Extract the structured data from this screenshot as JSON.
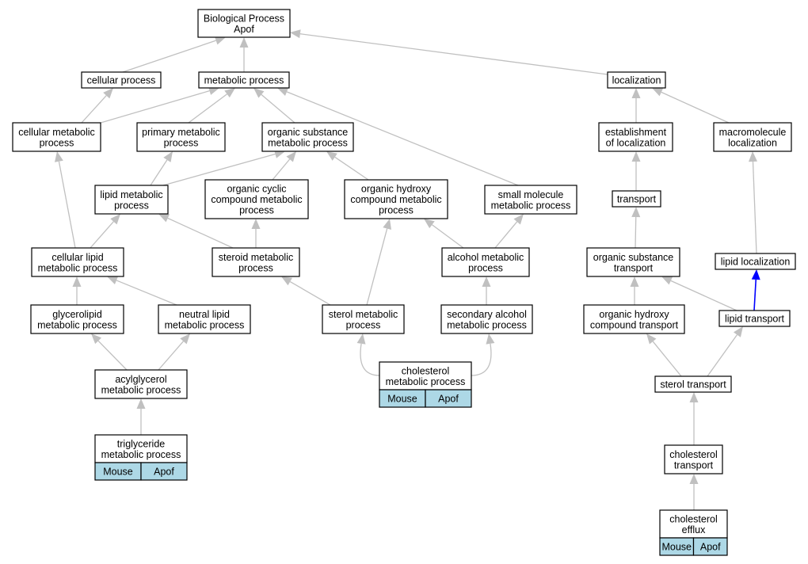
{
  "nodes": {
    "bp": {
      "lines": [
        "Biological Process",
        "Apof"
      ]
    },
    "cellular": {
      "lines": [
        "cellular process"
      ]
    },
    "metabolic": {
      "lines": [
        "metabolic process"
      ]
    },
    "localization": {
      "lines": [
        "localization"
      ]
    },
    "cellmet": {
      "lines": [
        "cellular metabolic",
        "process"
      ]
    },
    "primary": {
      "lines": [
        "primary metabolic",
        "process"
      ]
    },
    "orgsub": {
      "lines": [
        "organic substance",
        "metabolic process"
      ]
    },
    "estloc": {
      "lines": [
        "establishment",
        "of localization"
      ]
    },
    "macroloc": {
      "lines": [
        "macromolecule",
        "localization"
      ]
    },
    "lipidmet": {
      "lines": [
        "lipid metabolic",
        "process"
      ]
    },
    "orgcyclic": {
      "lines": [
        "organic cyclic",
        "compound metabolic",
        "process"
      ]
    },
    "orghyd": {
      "lines": [
        "organic hydroxy",
        "compound metabolic",
        "process"
      ]
    },
    "smallmol": {
      "lines": [
        "small molecule",
        "metabolic process"
      ]
    },
    "transport": {
      "lines": [
        "transport"
      ]
    },
    "celllipid": {
      "lines": [
        "cellular lipid",
        "metabolic process"
      ]
    },
    "steroid": {
      "lines": [
        "steroid metabolic",
        "process"
      ]
    },
    "alcohol": {
      "lines": [
        "alcohol metabolic",
        "process"
      ]
    },
    "orgsubtrans": {
      "lines": [
        "organic substance",
        "transport"
      ]
    },
    "lipidloc": {
      "lines": [
        "lipid localization"
      ]
    },
    "glycero": {
      "lines": [
        "glycerolipid",
        "metabolic process"
      ]
    },
    "neutral": {
      "lines": [
        "neutral lipid",
        "metabolic process"
      ]
    },
    "sterolmet": {
      "lines": [
        "sterol metabolic",
        "process"
      ]
    },
    "secalc": {
      "lines": [
        "secondary alcohol",
        "metabolic process"
      ]
    },
    "orghydtrans": {
      "lines": [
        "organic hydroxy",
        "compound transport"
      ]
    },
    "lipidtrans": {
      "lines": [
        "lipid transport"
      ]
    },
    "acyl": {
      "lines": [
        "acylglycerol",
        "metabolic process"
      ]
    },
    "cholmet": {
      "lines": [
        "cholesterol",
        "metabolic process"
      ],
      "tags": [
        "Mouse",
        "Apof"
      ]
    },
    "steroltrans": {
      "lines": [
        "sterol transport"
      ]
    },
    "trig": {
      "lines": [
        "triglyceride",
        "metabolic process"
      ],
      "tags": [
        "Mouse",
        "Apof"
      ]
    },
    "choltrans": {
      "lines": [
        "cholesterol",
        "transport"
      ]
    },
    "cholefflux": {
      "lines": [
        "cholesterol",
        "efflux"
      ],
      "tags": [
        "Mouse",
        "Apof"
      ]
    }
  },
  "edges": [
    {
      "from": "cellular",
      "to": "bp"
    },
    {
      "from": "metabolic",
      "to": "bp"
    },
    {
      "from": "localization",
      "to": "bp"
    },
    {
      "from": "cellmet",
      "to": "cellular"
    },
    {
      "from": "cellmet",
      "to": "metabolic"
    },
    {
      "from": "primary",
      "to": "metabolic"
    },
    {
      "from": "orgsub",
      "to": "metabolic"
    },
    {
      "from": "smallmol",
      "to": "metabolic"
    },
    {
      "from": "estloc",
      "to": "localization"
    },
    {
      "from": "macroloc",
      "to": "localization"
    },
    {
      "from": "lipidmet",
      "to": "primary"
    },
    {
      "from": "lipidmet",
      "to": "orgsub"
    },
    {
      "from": "orgcyclic",
      "to": "orgsub"
    },
    {
      "from": "orghyd",
      "to": "orgsub"
    },
    {
      "from": "transport",
      "to": "estloc"
    },
    {
      "from": "celllipid",
      "to": "cellmet"
    },
    {
      "from": "celllipid",
      "to": "lipidmet"
    },
    {
      "from": "steroid",
      "to": "lipidmet"
    },
    {
      "from": "steroid",
      "to": "orgcyclic"
    },
    {
      "from": "alcohol",
      "to": "orghyd"
    },
    {
      "from": "alcohol",
      "to": "smallmol"
    },
    {
      "from": "orgsubtrans",
      "to": "transport"
    },
    {
      "from": "lipidloc",
      "to": "macroloc"
    },
    {
      "from": "glycero",
      "to": "celllipid"
    },
    {
      "from": "neutral",
      "to": "celllipid"
    },
    {
      "from": "sterolmet",
      "to": "steroid"
    },
    {
      "from": "sterolmet",
      "to": "orghyd"
    },
    {
      "from": "secalc",
      "to": "alcohol"
    },
    {
      "from": "orghydtrans",
      "to": "orgsubtrans"
    },
    {
      "from": "lipidtrans",
      "to": "orgsubtrans"
    },
    {
      "from": "lipidtrans",
      "to": "lipidloc",
      "highlight": true
    },
    {
      "from": "acyl",
      "to": "glycero"
    },
    {
      "from": "acyl",
      "to": "neutral"
    },
    {
      "from": "cholmet",
      "to": "sterolmet"
    },
    {
      "from": "cholmet",
      "to": "secalc"
    },
    {
      "from": "steroltrans",
      "to": "orghydtrans"
    },
    {
      "from": "steroltrans",
      "to": "lipidtrans"
    },
    {
      "from": "trig",
      "to": "acyl"
    },
    {
      "from": "choltrans",
      "to": "steroltrans"
    },
    {
      "from": "cholefflux",
      "to": "choltrans"
    }
  ],
  "colors": {
    "edge": "#c0c0c0",
    "highlight_edge": "#0000ff",
    "tag_fill": "#add8e6"
  }
}
